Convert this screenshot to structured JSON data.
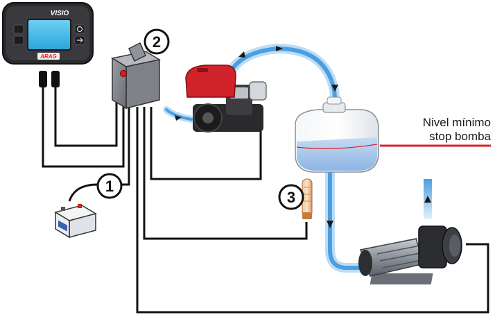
{
  "display": {
    "brand": "VISIO",
    "logo": "ARAG"
  },
  "markers": [
    {
      "number": "1"
    },
    {
      "number": "2"
    },
    {
      "number": "3"
    }
  ],
  "level_label": {
    "line1": "Nivel mínimo",
    "line2": "stop bomba",
    "color": "#d9232d"
  },
  "colors": {
    "flow": "#6aaee0",
    "tank_liquid": "#9fc3ea",
    "engine_red": "#d0232a",
    "wire": "#111111"
  }
}
